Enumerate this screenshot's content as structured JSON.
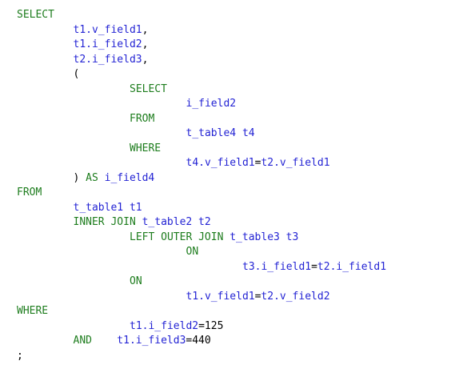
{
  "colors": {
    "keyword": "#1e7d1e",
    "identifier": "#2424d4",
    "punctuation": "#000000",
    "background": "#ffffff"
  },
  "code": {
    "lines": [
      {
        "indent": 0,
        "tokens": [
          {
            "t": "kw",
            "v": "SELECT"
          }
        ]
      },
      {
        "indent": 1,
        "tokens": [
          {
            "t": "id",
            "v": "t1.v_field1"
          },
          {
            "t": "pu",
            "v": ","
          }
        ]
      },
      {
        "indent": 1,
        "tokens": [
          {
            "t": "id",
            "v": "t1.i_field2"
          },
          {
            "t": "pu",
            "v": ","
          }
        ]
      },
      {
        "indent": 1,
        "tokens": [
          {
            "t": "id",
            "v": "t2.i_field3"
          },
          {
            "t": "pu",
            "v": ","
          }
        ]
      },
      {
        "indent": 1,
        "tokens": [
          {
            "t": "pu",
            "v": "("
          }
        ]
      },
      {
        "indent": 2,
        "tokens": [
          {
            "t": "kw",
            "v": "SELECT"
          }
        ]
      },
      {
        "indent": 3,
        "tokens": [
          {
            "t": "id",
            "v": "i_field2"
          }
        ]
      },
      {
        "indent": 2,
        "tokens": [
          {
            "t": "kw",
            "v": "FROM"
          }
        ]
      },
      {
        "indent": 3,
        "tokens": [
          {
            "t": "id",
            "v": "t_table4 t4"
          }
        ]
      },
      {
        "indent": 2,
        "tokens": [
          {
            "t": "kw",
            "v": "WHERE"
          }
        ]
      },
      {
        "indent": 3,
        "tokens": [
          {
            "t": "id",
            "v": "t4.v_field1"
          },
          {
            "t": "pu",
            "v": "="
          },
          {
            "t": "id",
            "v": "t2.v_field1"
          }
        ]
      },
      {
        "indent": 1,
        "tokens": [
          {
            "t": "pu",
            "v": ") "
          },
          {
            "t": "kw",
            "v": "AS"
          },
          {
            "t": "pu",
            "v": " "
          },
          {
            "t": "id",
            "v": "i_field4"
          }
        ]
      },
      {
        "indent": 0,
        "tokens": [
          {
            "t": "kw",
            "v": "FROM"
          }
        ]
      },
      {
        "indent": 1,
        "tokens": [
          {
            "t": "id",
            "v": "t_table1 t1"
          }
        ]
      },
      {
        "indent": 1,
        "tokens": [
          {
            "t": "kw",
            "v": "INNER JOIN"
          },
          {
            "t": "pu",
            "v": " "
          },
          {
            "t": "id",
            "v": "t_table2 t2"
          }
        ]
      },
      {
        "indent": 2,
        "tokens": [
          {
            "t": "kw",
            "v": "LEFT OUTER JOIN"
          },
          {
            "t": "pu",
            "v": " "
          },
          {
            "t": "id",
            "v": "t_table3 t3"
          }
        ]
      },
      {
        "indent": 3,
        "tokens": [
          {
            "t": "kw",
            "v": "ON"
          }
        ]
      },
      {
        "indent": 4,
        "tokens": [
          {
            "t": "id",
            "v": "t3.i_field1"
          },
          {
            "t": "pu",
            "v": "="
          },
          {
            "t": "id",
            "v": "t2.i_field1"
          }
        ]
      },
      {
        "indent": 2,
        "tokens": [
          {
            "t": "kw",
            "v": "ON"
          }
        ]
      },
      {
        "indent": 3,
        "tokens": [
          {
            "t": "id",
            "v": "t1.v_field1"
          },
          {
            "t": "pu",
            "v": "="
          },
          {
            "t": "id",
            "v": "t2.v_field2"
          }
        ]
      },
      {
        "indent": 0,
        "tokens": [
          {
            "t": "kw",
            "v": "WHERE"
          }
        ]
      },
      {
        "indent": 2,
        "tokens": [
          {
            "t": "id",
            "v": "t1.i_field2"
          },
          {
            "t": "pu",
            "v": "=125"
          }
        ]
      },
      {
        "indent": 1,
        "tokens": [
          {
            "t": "kw",
            "v": "AND"
          },
          {
            "t": "pu",
            "v": "    "
          },
          {
            "t": "id",
            "v": "t1.i_field3"
          },
          {
            "t": "pu",
            "v": "=440"
          }
        ]
      },
      {
        "indent": 0,
        "tokens": [
          {
            "t": "pu",
            "v": ";"
          }
        ]
      }
    ]
  }
}
